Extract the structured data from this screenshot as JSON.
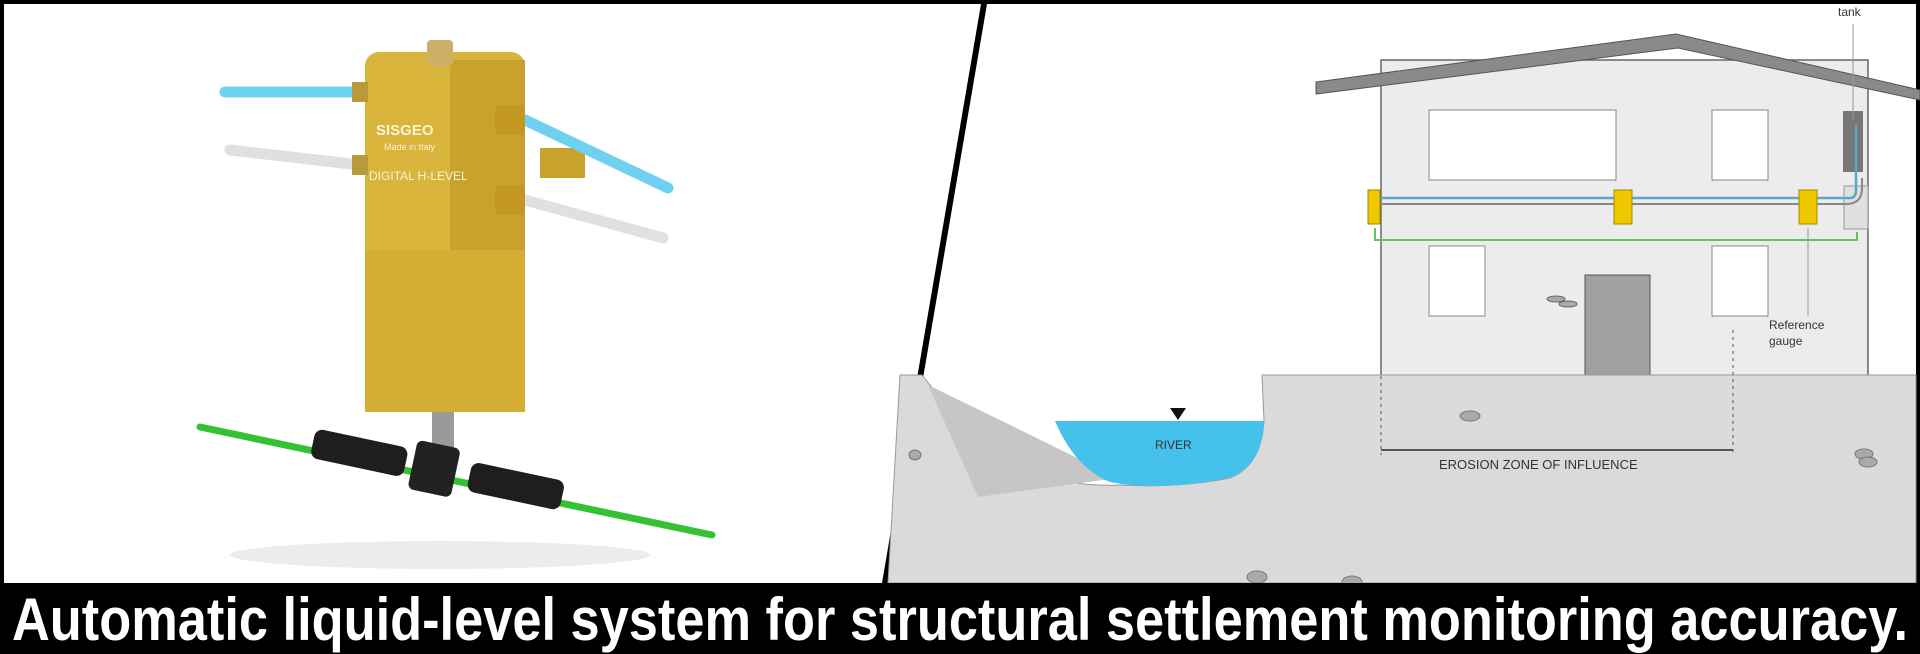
{
  "caption": "Automatic liquid-level system for structural settlement monitoring accuracy.",
  "device": {
    "brand": "SISGEO",
    "origin": "Made in Italy",
    "model": "DIGITAL H-LEVEL"
  },
  "diagram": {
    "labels": {
      "tank": "tank",
      "reference_line1": "Reference",
      "reference_line2": "gauge",
      "river": "RIVER",
      "erosion": "EROSION ZONE OF INFLUENCE"
    }
  },
  "colors": {
    "brass": "#d9b53c",
    "water": "#45c1ec",
    "signal_cable": "#3cc83c",
    "sensor_yellow": "#f0c800",
    "ground": "#dadada"
  }
}
